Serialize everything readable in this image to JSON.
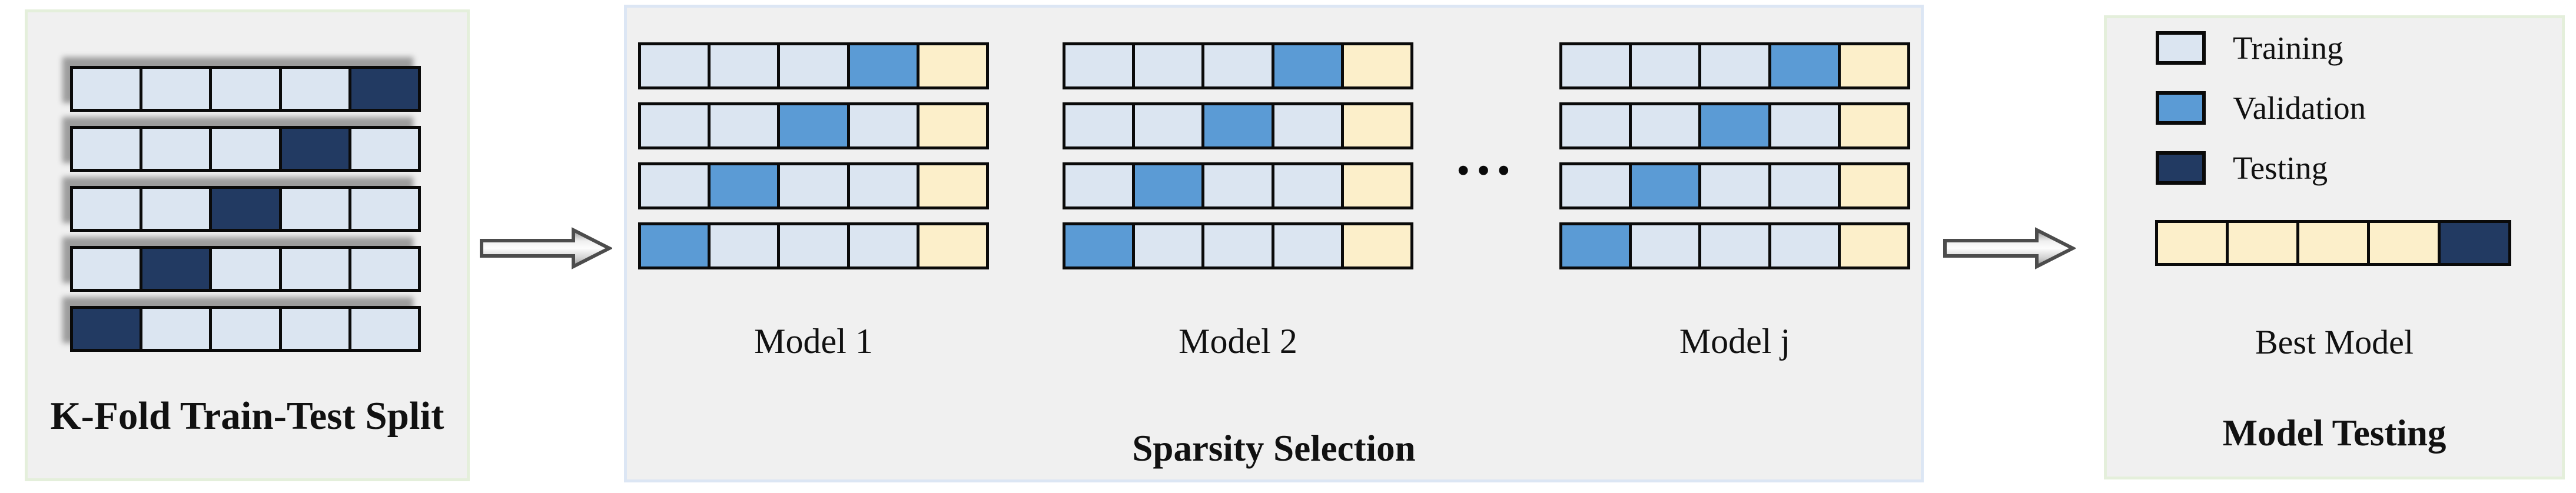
{
  "colors": {
    "training": "#dbe5f1",
    "validation": "#5b9bd5",
    "testing": "#223a62",
    "holdout": "#fcefca",
    "panel_bg": "#f0f0f0",
    "green_border": "#e4efdb",
    "blue_border": "#dce6f4",
    "cell_border": "#0a0a0a",
    "arrow_outline": "#4c4c4c"
  },
  "legend": {
    "items": [
      {
        "key": "training",
        "label": "Training"
      },
      {
        "key": "validation",
        "label": "Validation"
      },
      {
        "key": "testing",
        "label": "Testing"
      }
    ]
  },
  "panels": {
    "kfold": {
      "title": "K-Fold Train-Test Split",
      "rows": [
        [
          "training",
          "training",
          "training",
          "training",
          "testing"
        ],
        [
          "training",
          "training",
          "training",
          "testing",
          "training"
        ],
        [
          "training",
          "training",
          "testing",
          "training",
          "training"
        ],
        [
          "training",
          "testing",
          "training",
          "training",
          "training"
        ],
        [
          "testing",
          "training",
          "training",
          "training",
          "training"
        ]
      ]
    },
    "sparsity": {
      "title": "Sparsity Selection",
      "ellipsis": "•••",
      "models": [
        {
          "label": "Model 1",
          "rows": [
            [
              "training",
              "training",
              "training",
              "validation",
              "holdout"
            ],
            [
              "training",
              "training",
              "validation",
              "training",
              "holdout"
            ],
            [
              "training",
              "validation",
              "training",
              "training",
              "holdout"
            ],
            [
              "validation",
              "training",
              "training",
              "training",
              "holdout"
            ]
          ]
        },
        {
          "label": "Model 2",
          "rows": [
            [
              "training",
              "training",
              "training",
              "validation",
              "holdout"
            ],
            [
              "training",
              "training",
              "validation",
              "training",
              "holdout"
            ],
            [
              "training",
              "validation",
              "training",
              "training",
              "holdout"
            ],
            [
              "validation",
              "training",
              "training",
              "training",
              "holdout"
            ]
          ]
        },
        {
          "label": "Model j",
          "rows": [
            [
              "training",
              "training",
              "training",
              "validation",
              "holdout"
            ],
            [
              "training",
              "training",
              "validation",
              "training",
              "holdout"
            ],
            [
              "training",
              "validation",
              "training",
              "training",
              "holdout"
            ],
            [
              "validation",
              "training",
              "training",
              "training",
              "holdout"
            ]
          ]
        }
      ]
    },
    "testing": {
      "title": "Model Testing",
      "best_model": {
        "label": "Best Model",
        "rows": [
          [
            "holdout",
            "holdout",
            "holdout",
            "holdout",
            "testing"
          ]
        ]
      }
    }
  }
}
